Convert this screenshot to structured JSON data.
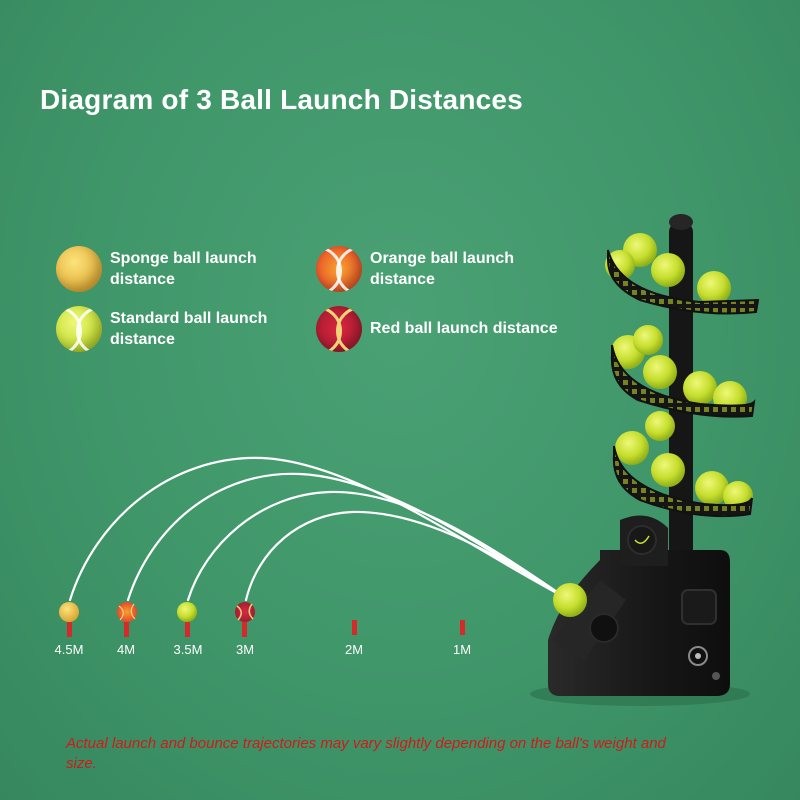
{
  "title": "Diagram of 3 Ball Launch Distances",
  "legend": [
    {
      "label": "Sponge ball launch distance",
      "color": "#f0c048",
      "ball": "sponge"
    },
    {
      "label": "Orange ball launch distance",
      "color": "#e85b2a",
      "ball": "orange"
    },
    {
      "label": "Standard ball launch distance",
      "color": "#c8e03a",
      "ball": "standard"
    },
    {
      "label": "Red ball launch distance",
      "color": "#c8203a",
      "ball": "red"
    }
  ],
  "distances": [
    "4.5M",
    "4M",
    "3.5M",
    "3M",
    "2M",
    "1M"
  ],
  "note": "Actual launch and bounce trajectories may vary slightly depending on the ball's weight and size.",
  "colors": {
    "background": "#3f9669",
    "marker": "#d42a2a",
    "note": "#d11a1a",
    "machine": "#1c1c1c",
    "tennis_ball": "#c8e03a"
  }
}
